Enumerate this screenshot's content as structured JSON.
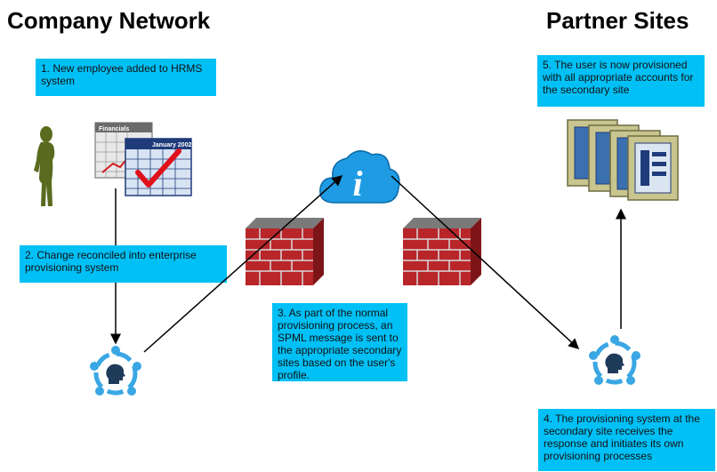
{
  "headings": {
    "left": "Company Network",
    "right": "Partner Sites"
  },
  "steps": {
    "step1": "1. New employee added to HRMS system",
    "step2": "2. Change reconciled into enterprise provisioning system",
    "step3": "3. As part of the normal provisioning process, an SPML message is sent to the appropriate secondary sites based on the user's profile.",
    "step4": "4. The provisioning system at the secondary site receives the response and initiates its own provisioning processes",
    "step5": "5. The user is now provisioned with all appropriate accounts for the secondary site"
  },
  "icons": {
    "hrms_back_label": "Financials",
    "hrms_front_label": "January 2002",
    "cloud_symbol": "i"
  },
  "colors": {
    "callout": "#00c0f5",
    "firewall": "#b8262a",
    "cloud": "#1f9be3",
    "person": "#5a6b1f",
    "provisioning_node": "#3aa7e4",
    "server": "#c9c58e"
  }
}
